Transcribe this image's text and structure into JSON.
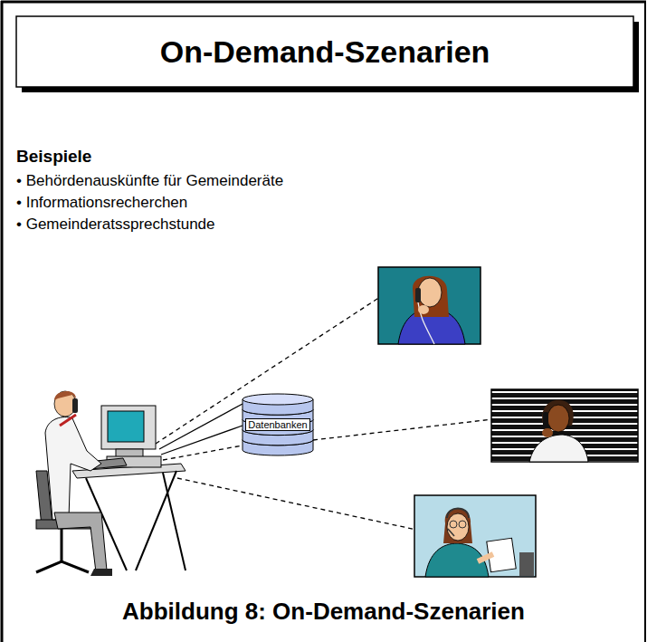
{
  "diagram": {
    "title": "On-Demand-Szenarien",
    "caption": "Abbildung 8: On-Demand-Szenarien",
    "nodes": [
      {
        "text": [
          "Datenbanken"
        ]
      }
    ],
    "labels": [
      "Beispiele",
      "• Behördenauskünfte für Gemeinderäte",
      "• Informationsrecherchen",
      "• Gemeinderatssprechstunde"
    ]
  }
}
